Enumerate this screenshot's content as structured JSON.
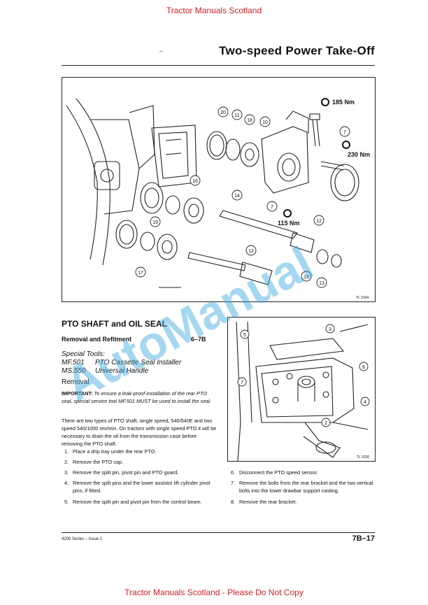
{
  "banner_top": "Tractor Manuals Scotland",
  "banner_bottom": "Tractor Manuals Scotland - Please Do Not Copy",
  "header": {
    "dash": "–",
    "title": "Two-speed Power Take-Off"
  },
  "figure1": {
    "torques": [
      "185 Nm",
      "230 Nm",
      "115 Nm"
    ],
    "callouts": [
      "20",
      "11",
      "18",
      "10",
      "7",
      "16",
      "14",
      "19",
      "12",
      "17",
      "15",
      "13",
      "7",
      "12"
    ],
    "ref": "TL 3164"
  },
  "figure2": {
    "callouts": [
      "5",
      "3",
      "8",
      "7",
      "4",
      "2"
    ],
    "ref": "TL 3230"
  },
  "section": {
    "title": "PTO SHAFT and OIL SEAL",
    "subtitle": "Removal and Refitment",
    "code": "6–7B",
    "tools_heading": "Special Tools:",
    "tools": [
      {
        "code": "MF.501",
        "name": "PTO Cassette Seal Installer"
      },
      {
        "code": "MS.550",
        "name": "Universal Handle"
      }
    ],
    "removal_label": "Removal",
    "important_label": "IMPORTANT:",
    "important_text": "To ensure a leak-proof installation of the rear PTO seal, special service tool MF.501 MUST be used to install the seal.",
    "intro": "There are two types of PTO shaft, single speed, 540/540E and two speed 540/1000 rev/min. On tractors with single speed PTO it will be necessary to drain the oil from the transmission case before removing the PTO shaft."
  },
  "steps": [
    {
      "n": "1.",
      "text": "Place a drip tray under the rear PTO."
    },
    {
      "n": "2.",
      "text": "Remove the PTO cap."
    },
    {
      "n": "3.",
      "text": "Remove the split pin, pivot pin and PTO guard."
    },
    {
      "n": "4.",
      "text": "Remove the split pins and the lower assistor lift cylinder pivot pins, if fitted."
    },
    {
      "n": "5.",
      "text": "Remove the split pin and pivot pin from the control beam."
    },
    {
      "n": "6.",
      "text": "Disconnect the PTO speed sensor."
    },
    {
      "n": "7.",
      "text": "Remove the bolts from the rear bracket and the two vertical bolts into the lower drawbar support casting."
    },
    {
      "n": "8.",
      "text": "Remove the rear bracket."
    }
  ],
  "footer": {
    "left": "4200 Series – Issue 1",
    "right": "7B–17"
  },
  "watermark": "AutoManual",
  "colors": {
    "banner": "#d42020",
    "watermark": "#3aa8e0"
  }
}
